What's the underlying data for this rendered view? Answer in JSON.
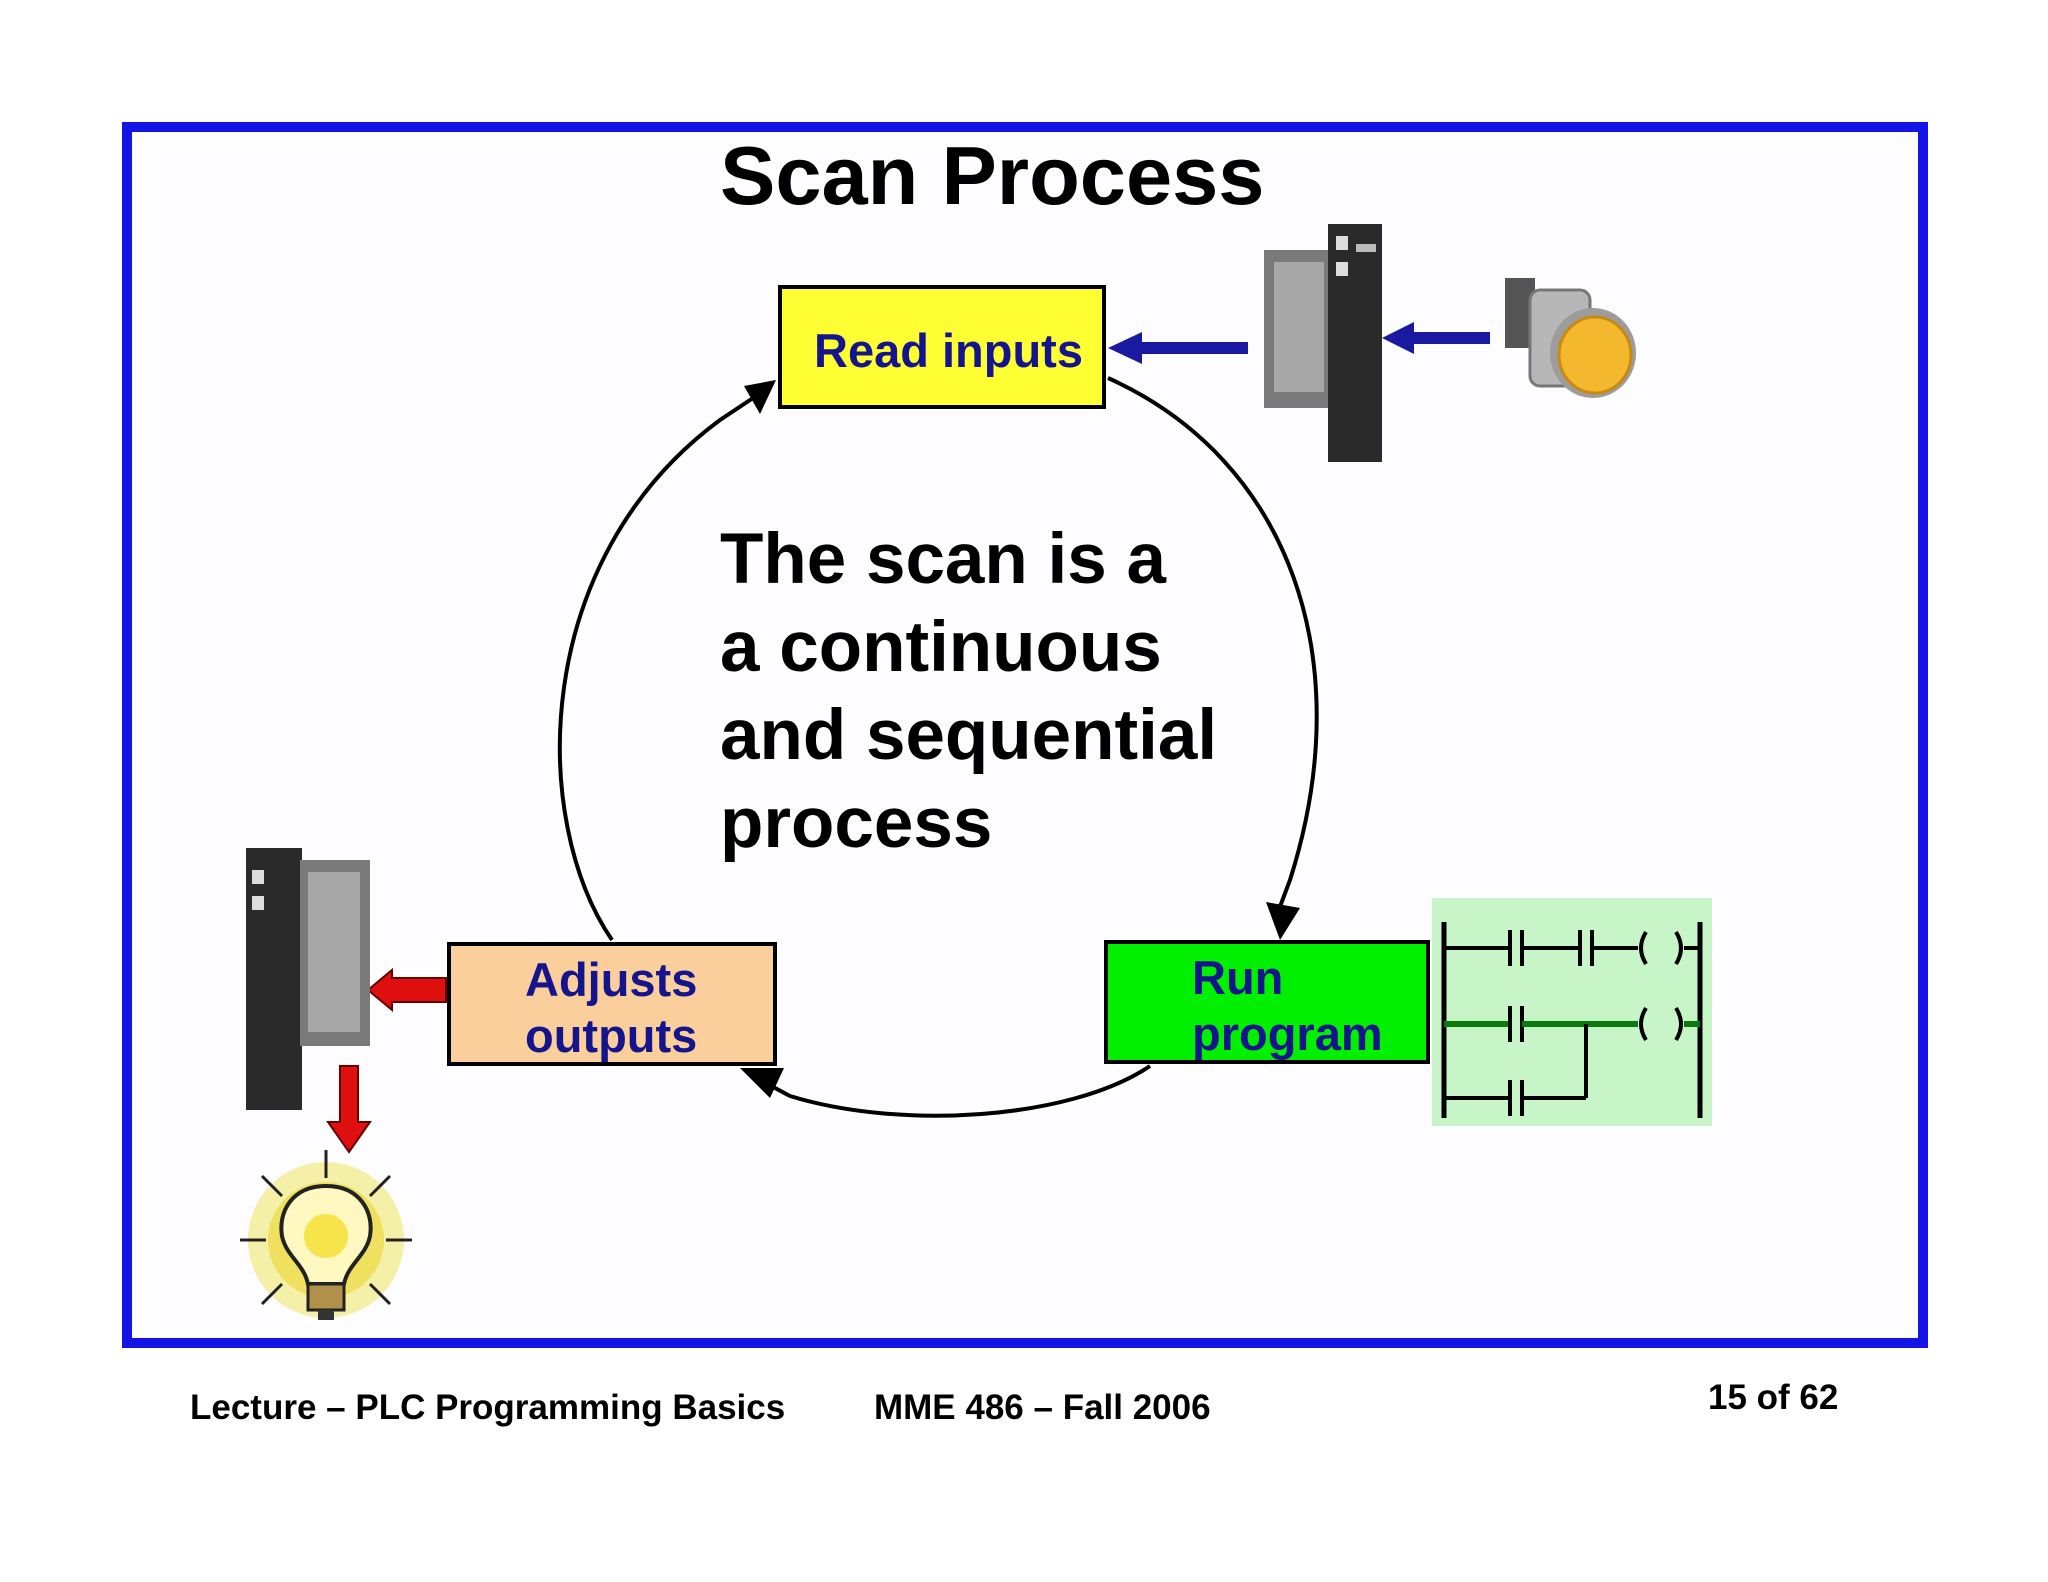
{
  "title": "Scan Process",
  "boxes": {
    "read": {
      "label": "Read inputs"
    },
    "run": {
      "line1": "Run",
      "line2": "program"
    },
    "adjust": {
      "line1": "Adjusts",
      "line2": "outputs"
    }
  },
  "center_text": [
    "The scan is a",
    "a continuous",
    "and sequential",
    "process"
  ],
  "footer": {
    "lecture": "Lecture – PLC Programming Basics",
    "course": "MME 486 – Fall 2006",
    "page": "15 of 62"
  },
  "colors": {
    "frame": "#1414e6",
    "read_box": "#ffff33",
    "run_box": "#00f000",
    "adjust_box": "#fbcf9c",
    "box_text": "#14148c",
    "input_arrows": "#1a1aa0",
    "output_arrows": "#e01010",
    "ladder_bg": "#c8f5c8"
  },
  "icons": [
    "plc-module-icon",
    "push-button-icon",
    "ladder-diagram-icon",
    "light-bulb-icon"
  ]
}
